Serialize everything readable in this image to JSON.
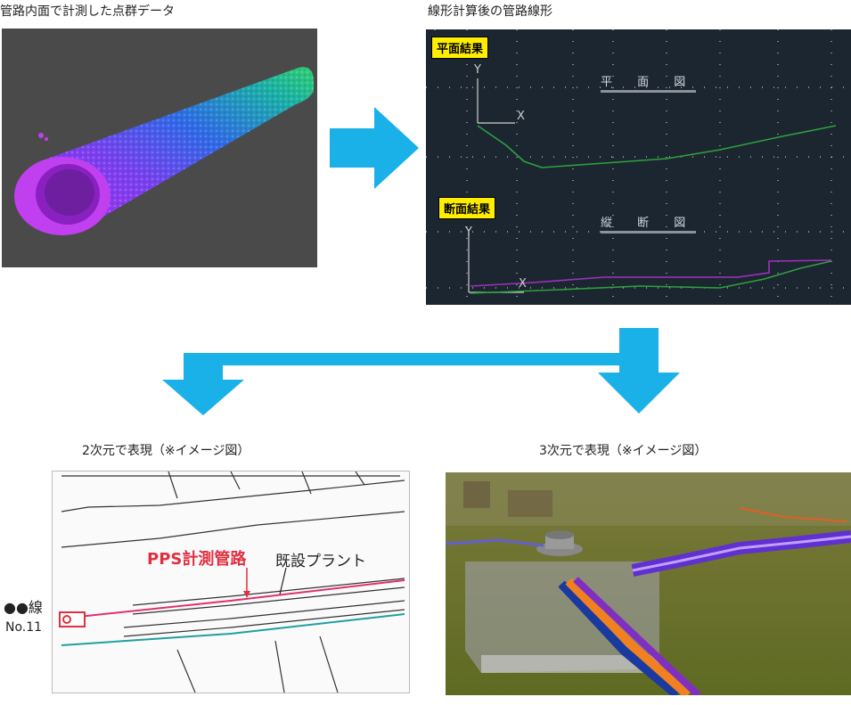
{
  "captions": {
    "point_cloud": "管路内面で計測した点群データ",
    "alignment": "線形計算後の管路線形",
    "view_2d": "2次元で表現（※イメージ図）",
    "view_3d": "3次元で表現（※イメージ図）"
  },
  "cad": {
    "plan_badge": "平面結果",
    "plan_title": "平 面 図",
    "profile_badge": "断面結果",
    "profile_title": "縦 断 図",
    "axis_y": "Y",
    "axis_x": "X"
  },
  "drawing": {
    "pps_label": "PPS計測管路",
    "existing_label": "既設プラント",
    "line_label": "●●線",
    "station_label": "No.11"
  },
  "colors": {
    "arrow": "#1ab0e8",
    "plan_line": "#2ea040",
    "profile_line_upper": "#a030c0",
    "pps_line": "#e03070"
  }
}
